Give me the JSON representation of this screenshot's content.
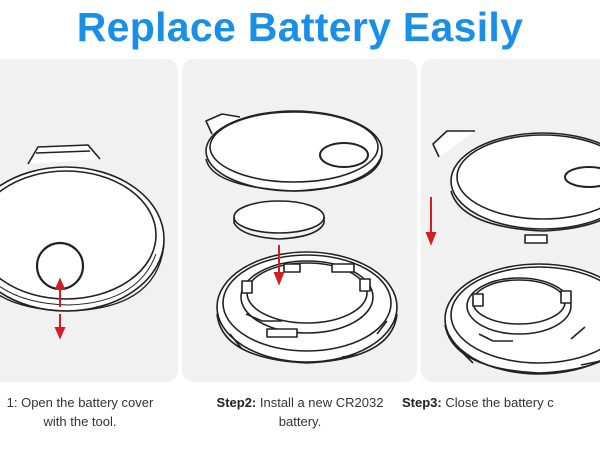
{
  "page": {
    "title": "Replace Battery Easily",
    "title_color": "#1a8fe8",
    "accent_arrow_color": "#d41e24"
  },
  "steps": [
    {
      "label": "",
      "text_line1": "1: Open the battery cover",
      "text_line2": "with the tool.",
      "illustration": "tracker-with-tool-arrows"
    },
    {
      "label": "Step2:",
      "text_line1": " Install a new CR2032",
      "text_line2": "battery.",
      "illustration": "exploded-tracker-with-coin-cell"
    },
    {
      "label": "Step3:",
      "text_line1": " Close the battery c",
      "text_line2": "",
      "illustration": "cover-closing-arrow"
    }
  ]
}
